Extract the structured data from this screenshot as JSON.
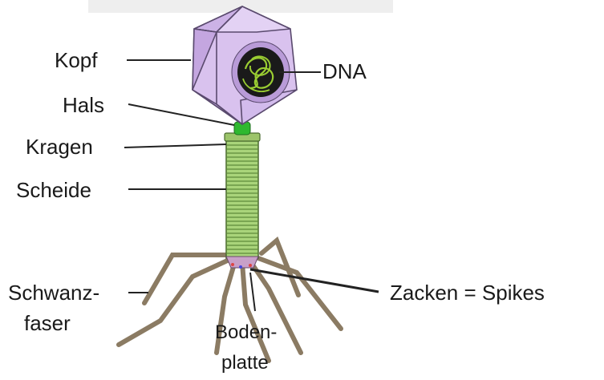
{
  "labels": {
    "kopf": "Kopf",
    "dna": "DNA",
    "hals": "Hals",
    "kragen": "Kragen",
    "scheide": "Scheide",
    "schwanzfaser_1": "Schwanz-",
    "schwanzfaser_2": "faser",
    "bodenplatte_1": "Boden-",
    "bodenplatte_2": "platte",
    "zacken": "Zacken = Spikes"
  },
  "colors": {
    "head_fill": "#d9c2ee",
    "head_dark": "#b99bd8",
    "head_stroke": "#5a4a6e",
    "dna_bg": "#1a1a1a",
    "dna_strand": "#9acd32",
    "collar": "#2fb82f",
    "sheath": "#a9d47a",
    "sheath_ring": "#5f8a3a",
    "fiber": "#8b7b63",
    "leader": "#222222"
  }
}
